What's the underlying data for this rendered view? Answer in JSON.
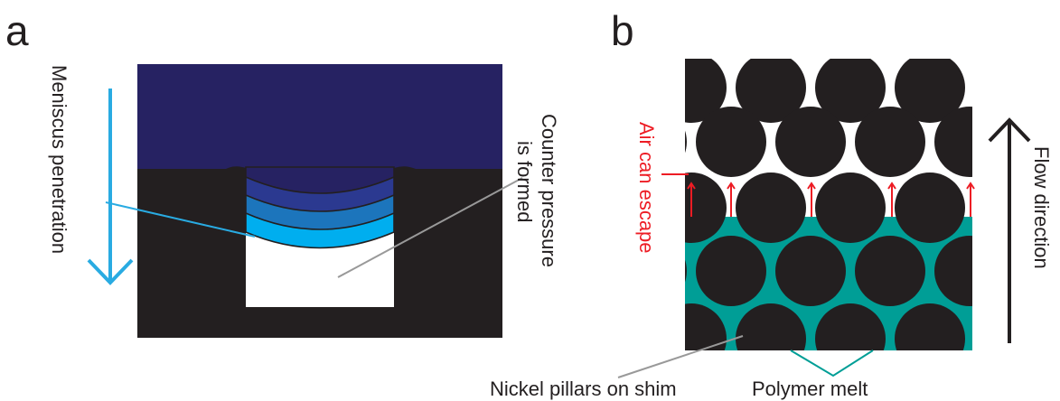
{
  "panel_a": {
    "letter": "a",
    "arrow_label": "Meniscus penetration",
    "pressure_label_line1": "Counter pressure",
    "pressure_label_line2": "is formed"
  },
  "panel_b": {
    "letter": "b",
    "air_label": "Air can escape",
    "flow_label": "Flow direction",
    "pillars_label": "Nickel pillars on shim",
    "melt_label": "Polymer melt"
  },
  "colors": {
    "mold_dark_blue": "#262262",
    "shim_black": "#231f20",
    "meniscus_1": "#2b3990",
    "meniscus_2": "#1c75bc",
    "meniscus_3": "#00aeef",
    "arrow_blue": "#29abe2",
    "polymer_teal": "#009e96",
    "air_red": "#ed1c24",
    "leader_gray": "#999999"
  }
}
